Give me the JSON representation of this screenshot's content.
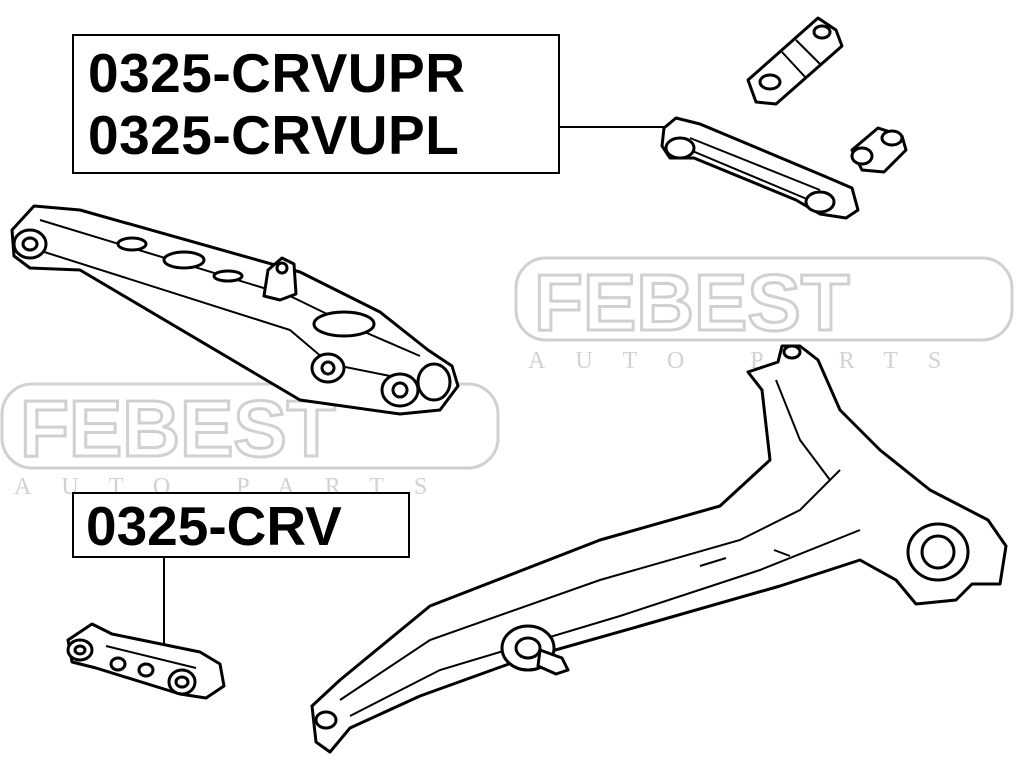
{
  "labels": {
    "upper_arm_right": "0325-CRVUPR",
    "upper_arm_left": "0325-CRVUPL",
    "trailing_arm": "0325-CRV"
  },
  "watermark": {
    "brand": "FEBEST",
    "tagline": "AUTO PARTS"
  },
  "colors": {
    "line": "#000000",
    "watermark": "#d0d0d0",
    "background": "#ffffff"
  }
}
